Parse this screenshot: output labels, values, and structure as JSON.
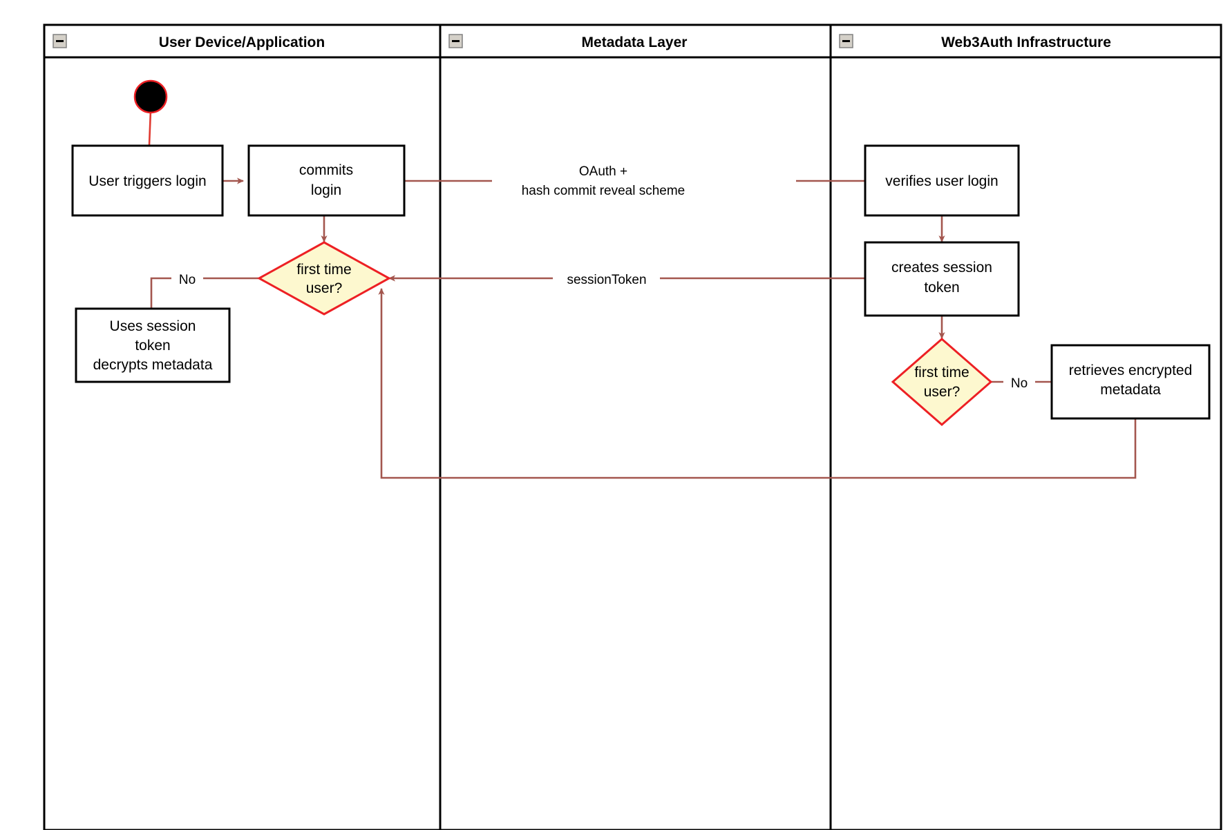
{
  "diagram": {
    "title": "Web3Auth login activity diagram",
    "colors": {
      "flow": "#a3564e",
      "decision_fill": "#fdf8cf",
      "decision_border": "#ed2024",
      "node_border": "#000000",
      "node_fill": "#ffffff",
      "start_node": "#000000",
      "lane_border": "#000000"
    }
  },
  "lanes": [
    {
      "id": "lane-user-device",
      "title": "User Device/Application",
      "collapse_icon": "minus-icon"
    },
    {
      "id": "lane-metadata",
      "title": "Metadata Layer",
      "collapse_icon": "minus-icon"
    },
    {
      "id": "lane-web3auth",
      "title": "Web3Auth Infrastructure",
      "collapse_icon": "minus-icon"
    }
  ],
  "nodes": {
    "start": {
      "type": "start",
      "label": ""
    },
    "user_triggers_login": {
      "type": "activity",
      "label": "User triggers login"
    },
    "commits_login": {
      "type": "activity",
      "lines": [
        "commits",
        "login"
      ]
    },
    "decision_user_lane": {
      "type": "decision",
      "lines": [
        "first time",
        "user?"
      ]
    },
    "uses_session_token": {
      "type": "activity",
      "lines": [
        "Uses session",
        "token",
        "decrypts metadata"
      ]
    },
    "verifies_user_login": {
      "type": "activity",
      "label": "verifies user login"
    },
    "creates_session_token": {
      "type": "activity",
      "lines": [
        "creates session",
        "token"
      ]
    },
    "decision_web3auth_lane": {
      "type": "decision",
      "lines": [
        "first time",
        "user?"
      ]
    },
    "retrieves_encrypted_metadata": {
      "type": "activity",
      "lines": [
        "retrieves encrypted",
        "metadata"
      ]
    }
  },
  "edge_labels": {
    "oauth": {
      "lines": [
        "OAuth +",
        "hash commit reveal scheme"
      ]
    },
    "session_token": {
      "label": "sessionToken"
    },
    "no_left": {
      "label": "No"
    },
    "no_right": {
      "label": "No"
    }
  }
}
